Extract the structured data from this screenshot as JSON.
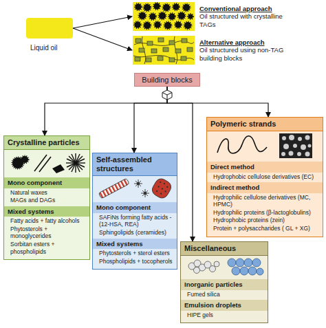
{
  "diagram": {
    "nodes": [
      {
        "text": [
          "Liquid oil"
        ]
      },
      {
        "text": [
          "Conventional approach",
          "Oil structured with crystalline TAGs"
        ]
      },
      {
        "text": [
          "Alternative approach",
          "Oil structured using non-TAG building blocks"
        ]
      },
      {
        "text": [
          "Building blocks"
        ]
      },
      {
        "text": [
          "Crystalline particles"
        ]
      },
      {
        "text": [
          "Mono component",
          "Natural waxes",
          "MAGs and DAGs"
        ],
        "in": 4
      },
      {
        "text": [
          "Mixed systems",
          "Fatty acids + fatty alcohols",
          "Phytosterols + monoglycerides",
          "Sorbitan esters + phospholipids"
        ],
        "in": 4
      },
      {
        "text": [
          "Self-assembled structures"
        ]
      },
      {
        "text": [
          "Mono component",
          "SAFiNs forming fatty acids - (12-HSA, REA)",
          "Sphingolipids (ceramides)"
        ],
        "in": 7
      },
      {
        "text": [
          "Mixed systems",
          "Phytosterols + sterol esters",
          "Phospholipids + tocopherols"
        ],
        "in": 7
      },
      {
        "text": [
          "Miscellaneous"
        ]
      },
      {
        "text": [
          "Inorganic particles",
          "Fumed silica"
        ],
        "in": 10
      },
      {
        "text": [
          "Emulsion droplets",
          "HIPE gels"
        ],
        "in": 10
      },
      {
        "text": [
          "Polymeric strands"
        ]
      },
      {
        "text": [
          "Direct method",
          "Hydrophobic cellulose derivatives (EC)"
        ],
        "in": 13
      },
      {
        "text": [
          "Indirect method",
          "Hydrophilic cellulose derivatives (MC, HPMC)",
          "Hydrophilic proteins (β-lactoglobulins)",
          "Hydrophobic proteins (zein)",
          "Protein + polysaccharides ( GL + XG)"
        ],
        "in": 13
      }
    ],
    "edges": [
      {
        "from": 0,
        "to": 1,
        "arrow": "to"
      },
      {
        "from": 0,
        "to": 2,
        "arrow": "to"
      },
      {
        "from": 3,
        "to": 4,
        "arrow": "to"
      },
      {
        "from": 3,
        "to": 7,
        "arrow": "to"
      },
      {
        "from": 3,
        "to": 10,
        "arrow": "to"
      },
      {
        "from": 3,
        "to": 13,
        "arrow": "to"
      }
    ]
  }
}
